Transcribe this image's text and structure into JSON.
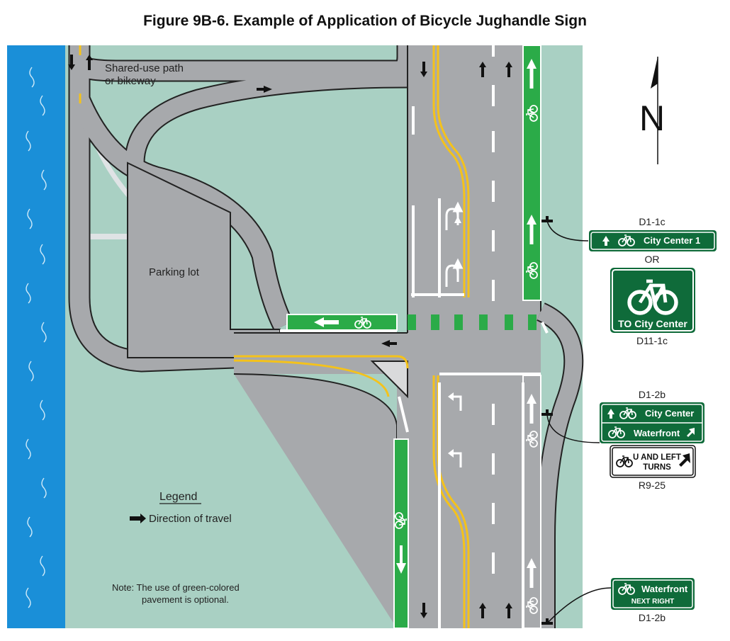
{
  "title": "Figure 9B-6.  Example of Application of Bicycle Jughandle Sign",
  "labels": {
    "path": [
      "Shared-use path",
      "or bikeway"
    ],
    "parking": "Parking lot",
    "legend_title": "Legend",
    "legend_item": "Direction of travel",
    "note": [
      "Note: The use of green-colored",
      "pavement is optional."
    ],
    "north": "N"
  },
  "signs": {
    "d1_1c": {
      "code": "D1-1c",
      "text": "City Center 1"
    },
    "or": "OR",
    "d11_1c": {
      "code": "D11-1c",
      "text": "TO City Center"
    },
    "d1_2b_top": {
      "code": "D1-2b",
      "line1": "City Center",
      "line2": "Waterfront"
    },
    "r9_25": {
      "code": "R9-25",
      "line1": "U AND LEFT",
      "line2": "TURNS"
    },
    "d1_2b_bottom": {
      "code": "D1-2b",
      "line1": "Waterfront",
      "line2": "NEXT RIGHT"
    }
  },
  "colors": {
    "water": "#1a8fd8",
    "ground": "#a9d0c3",
    "pavement": "#a7a9ac",
    "bike_lane": "#2bab48",
    "centerline": "#f4c21b",
    "sign_green": "#0f6b3a"
  }
}
